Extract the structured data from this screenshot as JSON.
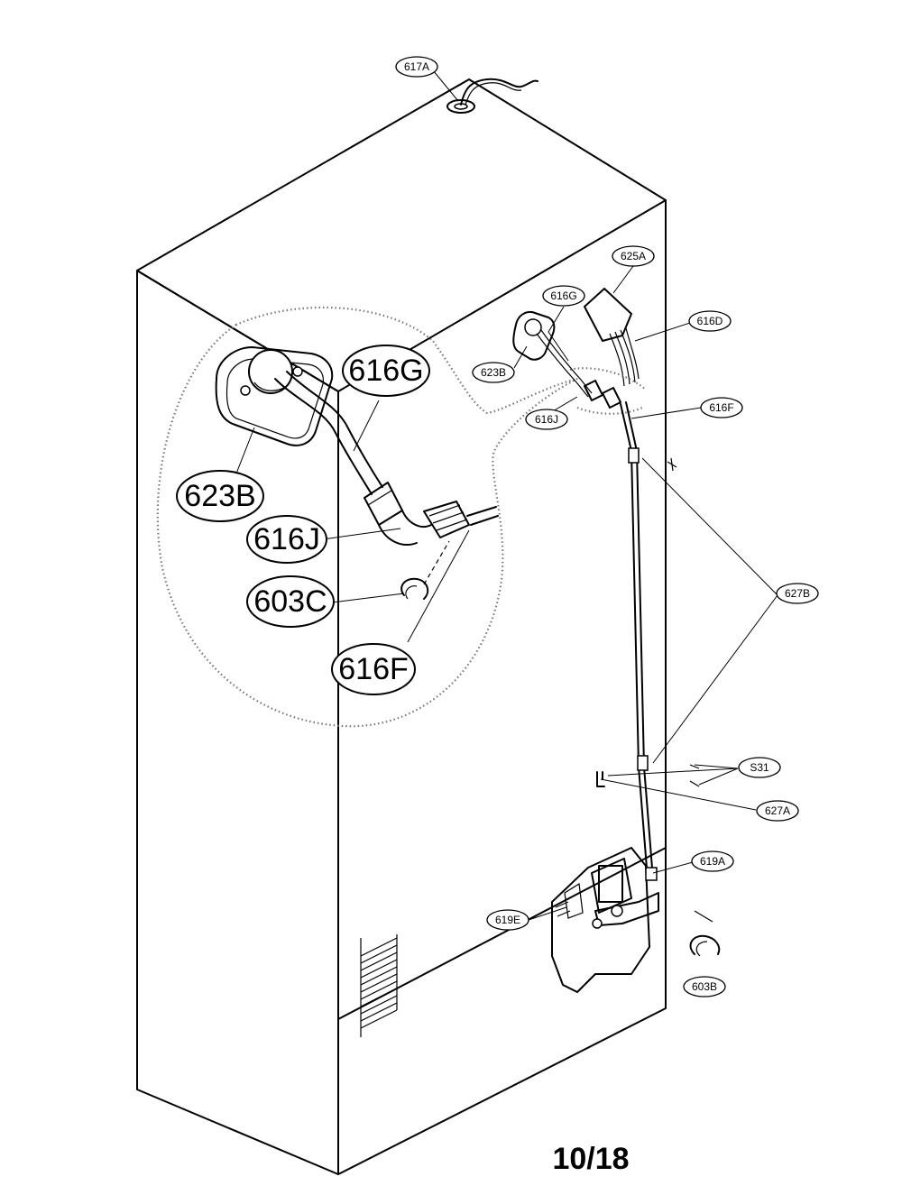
{
  "page_number": "10/18",
  "callouts": {
    "c617A": "617A",
    "c625A": "625A",
    "c616G": "616G",
    "c616D": "616D",
    "c623B": "623B",
    "c616F": "616F",
    "c616J": "616J",
    "c627B": "627B",
    "c S31": "S31",
    "cS31": "S31",
    "c627A": "627A",
    "c619A": "619A",
    "c619E": "619E",
    "c603B": "603B"
  },
  "detail_callouts": {
    "d616G": "616G",
    "d623B": "623B",
    "d616J": "616J",
    "d603C": "603C",
    "d616F": "616F"
  }
}
